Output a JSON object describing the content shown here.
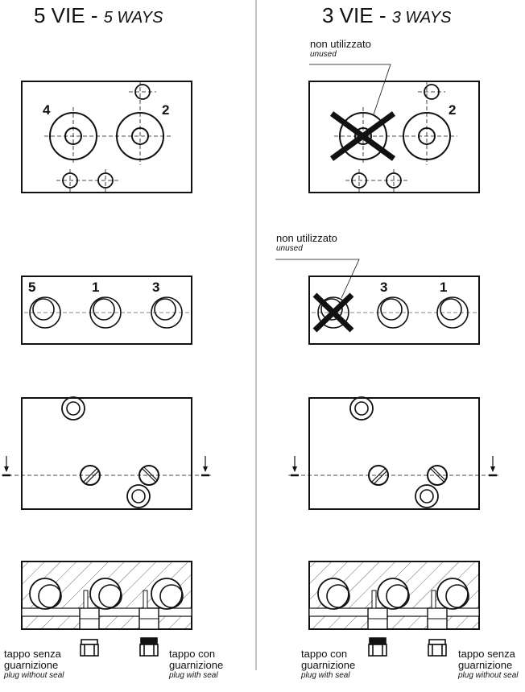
{
  "left": {
    "title_main": "5 VIE - ",
    "title_en": "5 WAYS",
    "top_ports": [
      "4",
      "2"
    ],
    "mid_ports": [
      "5",
      "1",
      "3"
    ],
    "plug_left": {
      "it": "tappo senza\nguarnizione",
      "en": "plug without seal"
    },
    "plug_right": {
      "it": "tappo con\nguarnizione",
      "en": "plug with seal"
    }
  },
  "right": {
    "title_main": "3 VIE - ",
    "title_en": "3 WAYS",
    "top_ports": [
      "2"
    ],
    "mid_ports": [
      "3",
      "1"
    ],
    "unused_it": "non utilizzato",
    "unused_en": "unused",
    "plug_left": {
      "it": "tappo con\nguarnizione",
      "en": "plug with seal"
    },
    "plug_right": {
      "it": "tappo senza\nguarnizione",
      "en": "plug without seal"
    }
  }
}
